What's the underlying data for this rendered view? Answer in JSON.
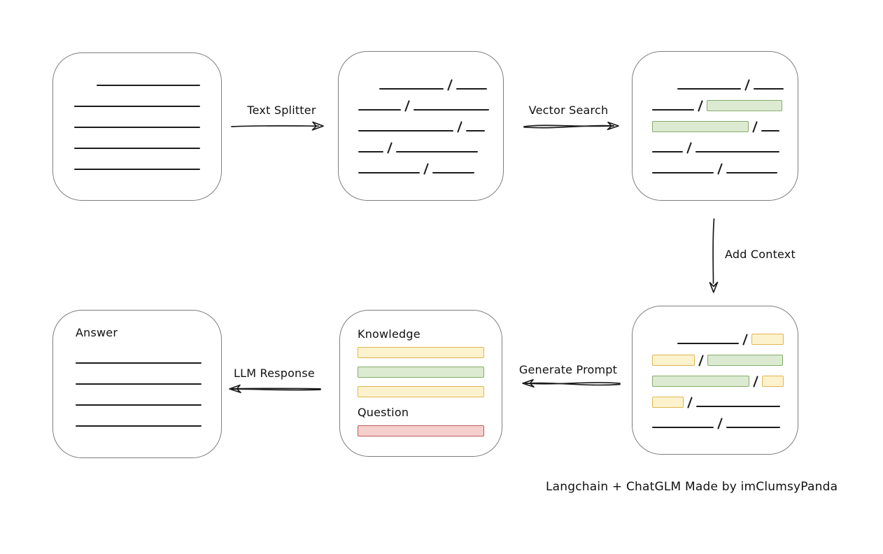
{
  "caption": "Langchain + ChatGLM Made by imClumsyPanda",
  "labels": {
    "text_splitter": "Text Splitter",
    "vector_search": "Vector Search",
    "add_context": "Add Context",
    "generate_prompt": "Generate Prompt",
    "llm_response": "LLM Response"
  },
  "colors": {
    "green": {
      "fill": "#dcead2",
      "stroke": "#85ac6a"
    },
    "yellow": {
      "fill": "#fdf2ce",
      "stroke": "#dfb652"
    },
    "red": {
      "fill": "#f5cfcc",
      "stroke": "#bb5b56"
    },
    "line": "#1c1c1c",
    "box_border": "#7e7e7e"
  },
  "boxes": {
    "document": {
      "lines": [
        {
          "w": 148,
          "indent": 32
        },
        {
          "w": 180
        },
        {
          "w": 180
        },
        {
          "w": 180
        },
        {
          "w": 180
        }
      ]
    },
    "chunks": {
      "rows": [
        {
          "indent": 38,
          "segs": [
            {
              "t": "line",
              "w": 92
            },
            {
              "t": "line",
              "w": 44
            }
          ]
        },
        {
          "indent": 8,
          "segs": [
            {
              "t": "line",
              "w": 62
            },
            {
              "t": "line",
              "w": 110
            }
          ]
        },
        {
          "indent": 8,
          "segs": [
            {
              "t": "line",
              "w": 136
            },
            {
              "t": "line",
              "w": 27
            }
          ]
        },
        {
          "indent": 8,
          "segs": [
            {
              "t": "line",
              "w": 36
            },
            {
              "t": "line",
              "w": 117
            }
          ]
        },
        {
          "indent": 8,
          "segs": [
            {
              "t": "line",
              "w": 88
            },
            {
              "t": "line",
              "w": 60
            }
          ]
        }
      ]
    },
    "vector_result": {
      "rows": [
        {
          "indent": 44,
          "segs": [
            {
              "t": "line",
              "w": 92
            },
            {
              "t": "line",
              "w": 44
            }
          ]
        },
        {
          "indent": 8,
          "segs": [
            {
              "t": "line",
              "w": 60
            },
            {
              "t": "green",
              "w": 108
            }
          ]
        },
        {
          "indent": 8,
          "segs": [
            {
              "t": "green",
              "w": 138
            },
            {
              "t": "line",
              "w": 26
            }
          ]
        },
        {
          "indent": 8,
          "segs": [
            {
              "t": "line",
              "w": 44
            },
            {
              "t": "line",
              "w": 120
            }
          ]
        },
        {
          "indent": 8,
          "segs": [
            {
              "t": "line",
              "w": 88
            },
            {
              "t": "line",
              "w": 73
            }
          ]
        }
      ]
    },
    "context_result": {
      "rows": [
        {
          "indent": 44,
          "segs": [
            {
              "t": "line",
              "w": 92
            },
            {
              "t": "yellow",
              "w": 48
            }
          ]
        },
        {
          "indent": 8,
          "segs": [
            {
              "t": "yellow",
              "w": 61
            },
            {
              "t": "green",
              "w": 108
            }
          ]
        },
        {
          "indent": 8,
          "segs": [
            {
              "t": "green",
              "w": 139
            },
            {
              "t": "yellow",
              "w": 31
            }
          ]
        },
        {
          "indent": 8,
          "segs": [
            {
              "t": "yellow",
              "w": 45
            },
            {
              "t": "line",
              "w": 120
            }
          ]
        },
        {
          "indent": 8,
          "segs": [
            {
              "t": "line",
              "w": 88
            },
            {
              "t": "line",
              "w": 77
            }
          ]
        }
      ]
    },
    "prompt": {
      "knowledge_label": "Knowledge",
      "question_label": "Question",
      "knowledge_bars": [
        {
          "color": "yellow"
        },
        {
          "color": "green"
        },
        {
          "color": "yellow"
        }
      ],
      "question_bars": [
        {
          "color": "red"
        }
      ]
    },
    "answer": {
      "label": "Answer",
      "lines": [
        {
          "w": 180
        },
        {
          "w": 180
        },
        {
          "w": 180
        },
        {
          "w": 180
        }
      ]
    }
  }
}
